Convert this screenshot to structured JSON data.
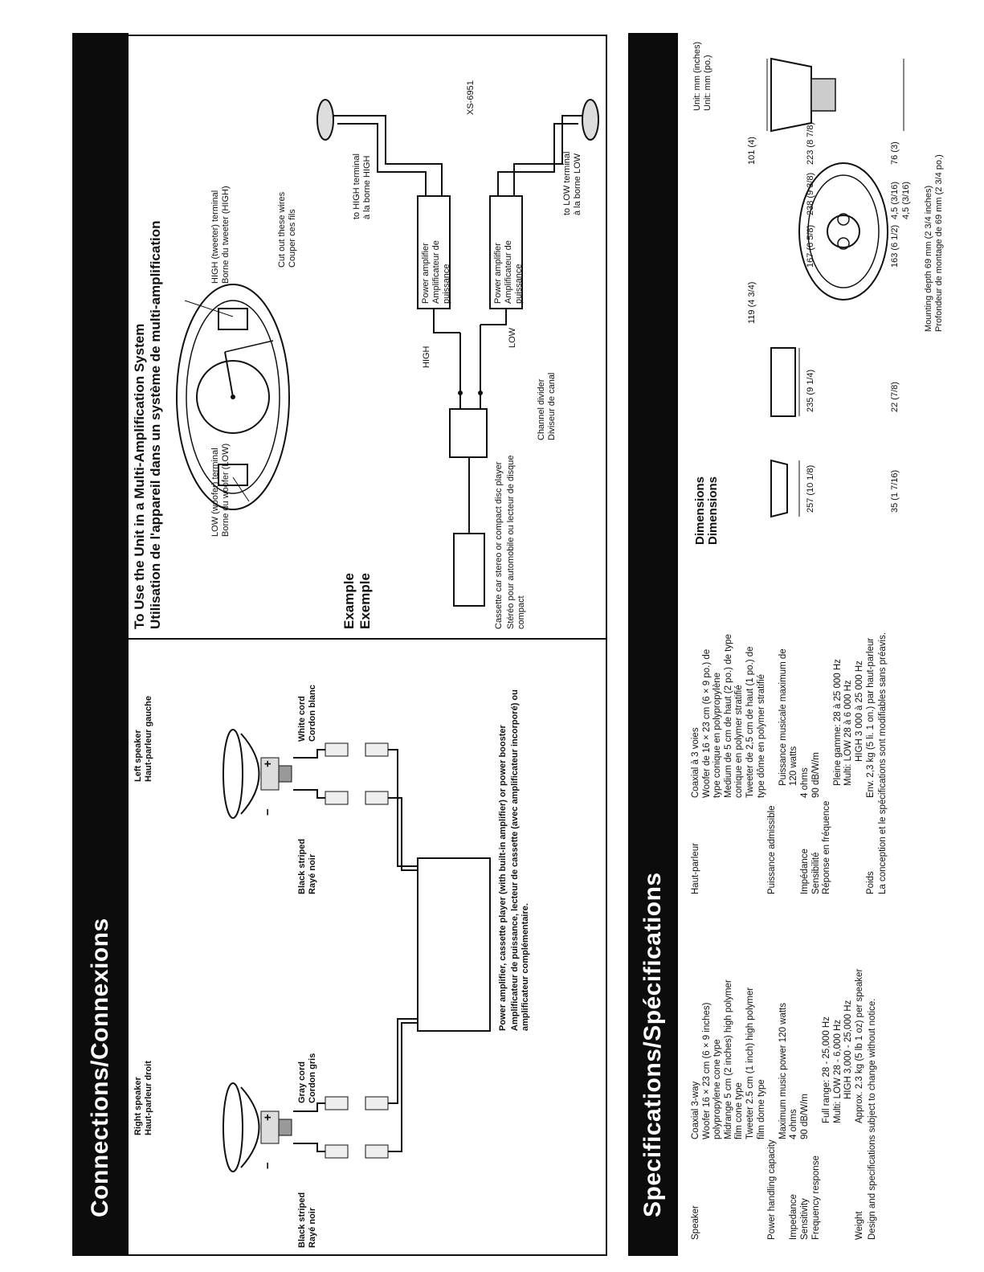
{
  "connections": {
    "title": "Connections/Connexions",
    "right_speaker": [
      "Right speaker",
      "Haut-parleur droit"
    ],
    "left_speaker": [
      "Left speaker",
      "Haut-parleur gauche"
    ],
    "black_striped": [
      "Black striped",
      "Rayé noir"
    ],
    "gray_cord": [
      "Gray cord",
      "Cordon gris"
    ],
    "white_cord": [
      "White cord",
      "Cordon blanc"
    ],
    "power_amp_en": "Power amplifier, cassette player (with built-in amplifier) or power booster",
    "power_amp_fr": "Amplificateur de puissance, lecteur de cassette (avec amplificateur incorporé) ou amplificateur complémentaire.",
    "plus": "+",
    "minus": "−"
  },
  "multi_amp": {
    "title_en": "To Use the Unit in a Multi-Amplification System",
    "title_fr": "Utilisation de l'appareil dans un système de multi-amplification",
    "low_terminal": [
      "LOW (woofer) terminal",
      "Borne du woofer (LOW)"
    ],
    "high_terminal": [
      "HIGH (tweeter) terminal",
      "Borne du tweeter (HIGH)"
    ],
    "cut_wires": [
      "Cut out these wires",
      "Couper ces fils"
    ],
    "example": [
      "Example",
      "Exemple"
    ],
    "source_en": "Cassette car stereo or compact disc player",
    "source_fr": "Stéréo pour automobile ou lecteur de disque compact",
    "channel_divider": [
      "Channel divider",
      "Diviseur de canal"
    ],
    "high": "HIGH",
    "low": "LOW",
    "power_amp": [
      "Power amplifier",
      "Amplificateur de puissance"
    ],
    "to_high": [
      "to HIGH terminal",
      "à la borne HIGH"
    ],
    "to_low": [
      "to LOW terminal",
      "à la borne LOW"
    ],
    "model": "XS-6951"
  },
  "specs": {
    "title": "Specifications/Spécifications",
    "en": {
      "speaker_label": "Speaker",
      "speaker_lines": [
        "Coaxial 3-way",
        "Woofer 16 × 23 cm (6 × 9 inches)",
        "polypropylene cone type",
        "Midrange 5 cm (2 inches) high polymer",
        "film cone type",
        "Tweeter 2.5 cm (1 inch) high polymer",
        "film dome type"
      ],
      "power_label": "Power handling capacity",
      "power_value": "Maximum music power 120 watts",
      "impedance_label": "Impedance",
      "impedance_value": "4 ohms",
      "sensitivity_label": "Sensitivity",
      "sensitivity_value": "90 dB/W/m",
      "frequency_label": "Frequency response",
      "frequency_lines": [
        "Full range: 28 - 25,000 Hz",
        "Multi: LOW 28 - 6,000 Hz",
        "HIGH 3,000 - 25,000 Hz"
      ],
      "weight_label": "Weight",
      "weight_value": "Approx. 2.3 kg (5 lb 1 oz) per speaker",
      "note": "Design and specifications subject to change without notice."
    },
    "fr": {
      "speaker_label": "Haut-parleur",
      "speaker_lines": [
        "Coaxial à 3 voies",
        "Woofer de 16 × 23 cm (6 × 9 po.) de",
        "type conique en polypropylène",
        "Medium de 5 cm de haut (2 po.) de type",
        "conique en polymer stratifié",
        "Tweeter de 2,5 cm de haut (1 po.) de",
        "type dôme en polymer stratifié"
      ],
      "power_label": "Puissance admissible",
      "power_lines": [
        "Puissance musicale maximum de",
        "120 watts"
      ],
      "impedance_label": "Impédance",
      "impedance_value": "4 ohms",
      "sensitivity_label": "Sensibilité",
      "sensitivity_value": "90 dB/W/m",
      "frequency_label": "Réponse en fréquence",
      "frequency_lines": [
        "Pleine gamme: 28 à 25 000 Hz",
        "Multi: LOW 28 à 6 000 Hz",
        "HIGH 3 000 à 25 000 Hz"
      ],
      "weight_label": "Poids",
      "weight_value": "Env. 2,3 kg (5 li. 1 on.) par haut-parleur",
      "note": "La conception et le spécifications sont modifiables sans préavis."
    },
    "dimensions_title": [
      "Dimensions",
      "Dimensions"
    ],
    "unit": [
      "Unit: mm (inches)",
      "Unit: mm (po.)"
    ],
    "dims": {
      "d257": "257 (10 1/8)",
      "d35": "35 (1 7/16)",
      "d235": "235 (9 1/4)",
      "d22": "22 (7/8)",
      "d119": "119 (4 3/4)",
      "d167": "167 (6 5/8)",
      "d163": "163 (6 1/2)",
      "d238": "238 (9 3/8)",
      "d101": "101 (4)",
      "d223": "223 (8 7/8)",
      "d76": "76 (3)",
      "d45a": "4,5 (3/16)",
      "d45b": "4,5 (3/16)"
    },
    "mounting_en": "Mounting depth 69 mm (2 3/4 inches)",
    "mounting_fr": "Profondeur de montage de 69 mm (2 3/4 po.)"
  }
}
